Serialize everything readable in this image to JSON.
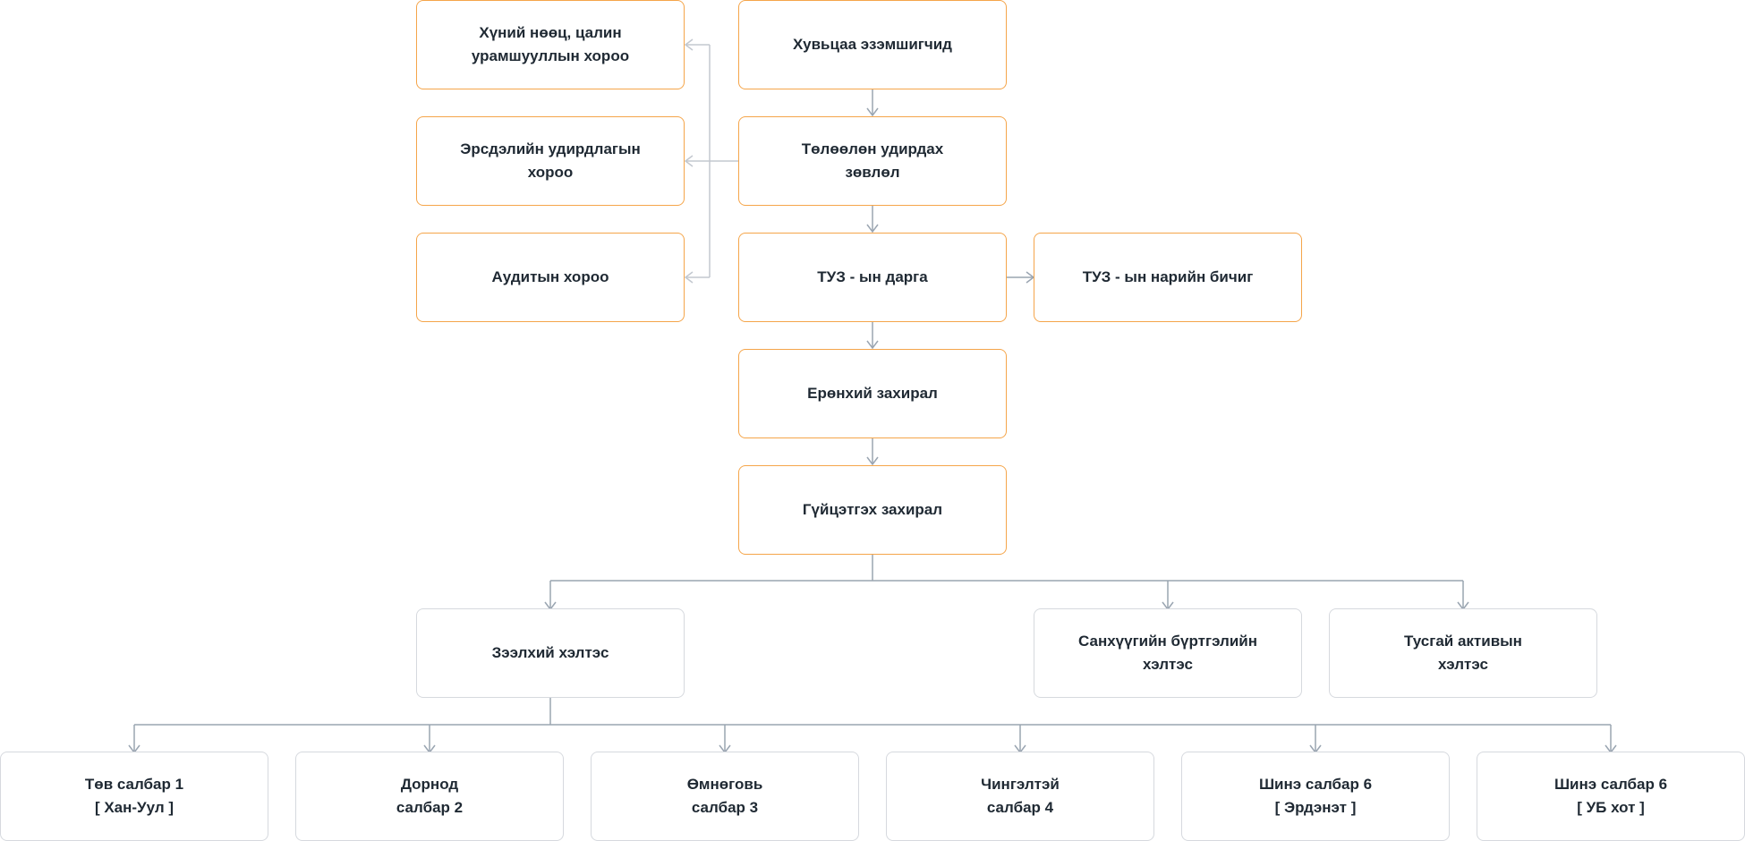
{
  "governance": {
    "shareholders": [
      "Хувьцаа эзэмшигчид"
    ],
    "board": [
      "Төлөөлөн удирдах",
      "зөвлөл"
    ],
    "hr_committee": [
      "Хүний нөөц, цалин",
      "урамшууллын хороо"
    ],
    "risk_committee": [
      "Эрсдэлийн удирдлагын",
      "хороо"
    ],
    "audit_committee": [
      "Аудитын хороо"
    ],
    "chairman": [
      "ТУЗ - ын дарга"
    ],
    "secretary": [
      "ТУЗ - ын нарийн бичиг"
    ],
    "ceo": [
      "Ерөнхий захирал"
    ],
    "executive_director": [
      "Гүйцэтгэх захирал"
    ]
  },
  "departments": {
    "loan": [
      "Зээлхий хэлтэс"
    ],
    "finance": [
      "Санхүүгийн бүртгэлийн",
      "хэлтэс"
    ],
    "special_assets": [
      "Тусгай активын",
      "хэлтэс"
    ]
  },
  "branches": [
    [
      "Төв салбар 1",
      "[ Хан-Уул ]"
    ],
    [
      "Дорнод",
      "салбар 2"
    ],
    [
      "Өмнөговь",
      "салбар 3"
    ],
    [
      "Чингэлтэй",
      "салбар 4"
    ],
    [
      "Шинэ салбар 6",
      "[ Эрдэнэт ]"
    ],
    [
      "Шинэ салбар 6",
      "[ УБ хот ]"
    ]
  ],
  "colors": {
    "governance_border": "#f5a54a",
    "operations_border": "#d6d9de",
    "main_connector": "#9aa5b1",
    "committee_connector": "#c3c8cf",
    "text": "#1f2933"
  }
}
